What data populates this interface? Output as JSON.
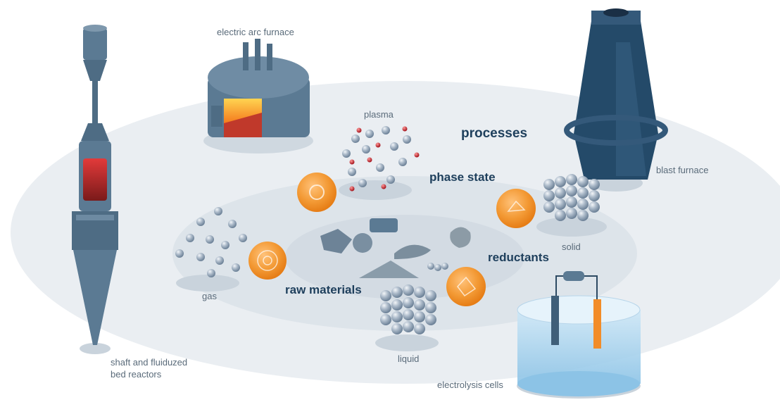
{
  "labels": {
    "electric_arc_furnace": "electric arc furnace",
    "plasma": "plasma",
    "processes": "processes",
    "phase_state": "phase state",
    "blast_furnace": "blast furnace",
    "solid": "solid",
    "reductants": "reductants",
    "gas": "gas",
    "raw_materials": "raw materials",
    "liquid": "liquid",
    "shaft_line1": "shaft and fluiduzed",
    "shaft_line2": "bed reactors",
    "electrolysis_cells": "electrolysis cells"
  },
  "orb_captions": {
    "plasma_orb": "",
    "gas_orb": "",
    "solid_orb": "",
    "liquid_orb": ""
  },
  "colors": {
    "steel_blue": "#5b7a93",
    "dark_navy": "#1e3f5c",
    "orange": "#f28c28",
    "ellipse_outer": "#e8edf2",
    "ellipse_inner": "#dce3ea"
  }
}
